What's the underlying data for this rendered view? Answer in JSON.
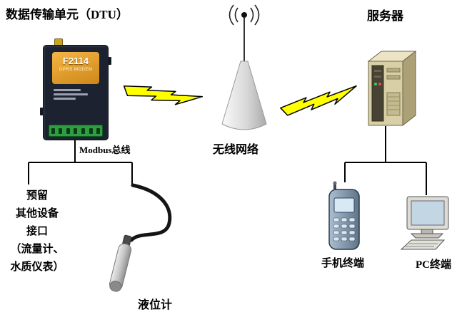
{
  "titles": {
    "dtu": "数据传输单元（DTU）",
    "server": "服务器"
  },
  "labels": {
    "wireless_network": "无线网络",
    "modbus_bus": "Modbus总线",
    "reserved_interface": "预留\n其他设备\n接口\n（流量计、\n水质仪表）",
    "level_sensor": "液位计",
    "phone_terminal": "手机终端",
    "pc_terminal": "PC终端"
  },
  "dtu_device": {
    "model": "F2114",
    "type": "GPRS MODEM"
  },
  "colors": {
    "lightning": "#ffff00",
    "connection_line": "#000000",
    "dtu_body": "#1c2230",
    "dtu_label_panel": "#e8a33d",
    "terminal_block": "#2f9e42",
    "server_case": "#d8cfa6",
    "phone_body": "#8fa6ba",
    "cone": "#d9d9d9"
  }
}
